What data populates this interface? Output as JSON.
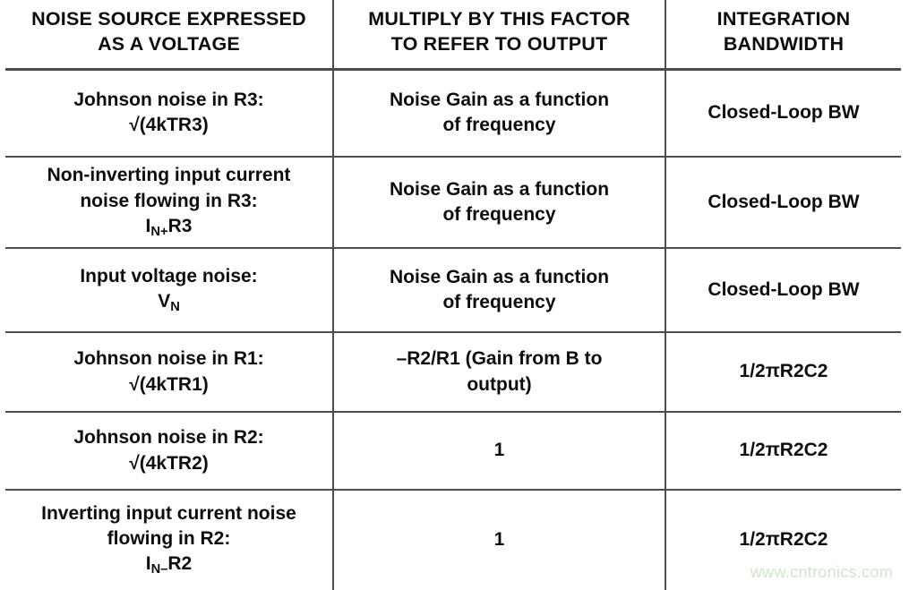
{
  "table": {
    "headers": [
      "NOISE SOURCE EXPRESSED AS A VOLTAGE",
      "MULTIPLY BY THIS FACTOR TO REFER TO OUTPUT",
      "INTEGRATION BANDWIDTH"
    ],
    "header_lines": [
      [
        "NOISE SOURCE EXPRESSED",
        "AS A VOLTAGE"
      ],
      [
        "MULTIPLY BY THIS FACTOR",
        "TO REFER TO OUTPUT"
      ],
      [
        "INTEGRATION",
        "BANDWIDTH"
      ]
    ],
    "rows": [
      {
        "source_lines": [
          "Johnson noise in R3:",
          "√(4kTR3)"
        ],
        "source_text": "Johnson noise in R3: √(4kTR3)",
        "factor_lines": [
          "Noise Gain as a function",
          "of frequency"
        ],
        "factor_text": "Noise Gain as a function of frequency",
        "bandwidth": "Closed-Loop BW"
      },
      {
        "source_lines": [
          "Non-inverting input current",
          "noise flowing in R3:"
        ],
        "source_symbol_base": "I",
        "source_symbol_sub": "N+",
        "source_symbol_tail": "R3",
        "source_text": "Non-inverting input current noise flowing in R3: I(N+)R3",
        "factor_lines": [
          "Noise Gain as a function",
          "of frequency"
        ],
        "factor_text": "Noise Gain as a function of frequency",
        "bandwidth": "Closed-Loop BW"
      },
      {
        "source_lines": [
          "Input voltage noise:"
        ],
        "source_symbol_base": "V",
        "source_symbol_sub": "N",
        "source_symbol_tail": "",
        "source_text": "Input voltage noise: V(N)",
        "factor_lines": [
          "Noise Gain as a function",
          "of frequency"
        ],
        "factor_text": "Noise Gain as a function of frequency",
        "bandwidth": "Closed-Loop BW"
      },
      {
        "source_lines": [
          "Johnson noise in R1:",
          "√(4kTR1)"
        ],
        "source_text": "Johnson noise in R1: √(4kTR1)",
        "factor_lines": [
          "–R2/R1 (Gain from B to",
          "output)"
        ],
        "factor_text": "–R2/R1 (Gain from B to output)",
        "bandwidth": "1/2πR2C2"
      },
      {
        "source_lines": [
          "Johnson noise in R2:",
          "√(4kTR2)"
        ],
        "source_text": "Johnson noise in R2: √(4kTR2)",
        "factor_lines": [
          "1"
        ],
        "factor_text": "1",
        "bandwidth": "1/2πR2C2"
      },
      {
        "source_lines": [
          "Inverting input current noise",
          "flowing in R2:"
        ],
        "source_symbol_base": "I",
        "source_symbol_sub": "N–",
        "source_symbol_tail": "R2",
        "source_text": "Inverting input current noise flowing in R2: I(N–)R2",
        "factor_lines": [
          "1"
        ],
        "factor_text": "1",
        "bandwidth": "1/2πR2C2"
      }
    ]
  },
  "watermark": {
    "text": "www.cntronics.com",
    "color": "#cfe8c8"
  },
  "colors": {
    "text": "#0d0d0d",
    "rule": "#4d4d4d",
    "background": "#ffffff",
    "watermark": "#cfe8c8"
  }
}
